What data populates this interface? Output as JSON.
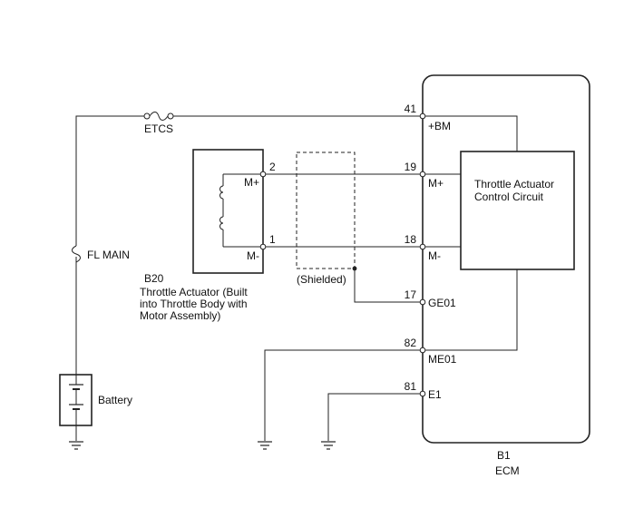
{
  "ecm": {
    "code": "B1",
    "name": "ECM",
    "internal_block_line1": "Throttle Actuator",
    "internal_block_line2": "Control Circuit"
  },
  "actuator": {
    "code": "B20",
    "name_line1": "Throttle Actuator (Built",
    "name_line2": "into Throttle Body with",
    "name_line3": "Motor Assembly)",
    "pins": [
      {
        "number": "2",
        "label": "M+"
      },
      {
        "number": "1",
        "label": "M-"
      }
    ]
  },
  "ecm_pins": [
    {
      "number": "41",
      "label": "+BM"
    },
    {
      "number": "19",
      "label": "M+"
    },
    {
      "number": "18",
      "label": "M-"
    },
    {
      "number": "17",
      "label": "GE01"
    },
    {
      "number": "82",
      "label": "ME01"
    },
    {
      "number": "81",
      "label": "E1"
    }
  ],
  "fuses": [
    {
      "label": "ETCS"
    },
    {
      "label": "FL MAIN"
    }
  ],
  "shield_label": "(Shielded)",
  "battery_label": "Battery"
}
